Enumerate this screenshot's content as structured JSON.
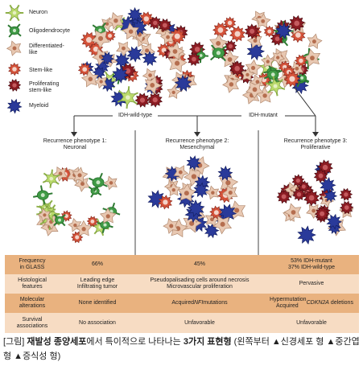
{
  "legend": [
    {
      "label": "Neuron",
      "color": "#b9d96b",
      "kind": "neuron"
    },
    {
      "label": "Oligodendrocyte",
      "color": "#3f9a45",
      "kind": "oligo"
    },
    {
      "label": "Differentiated-\nlike",
      "color": "#e8c8b2",
      "kind": "diff"
    },
    {
      "label": "Stem-like",
      "color": "#d5533a",
      "kind": "stem"
    },
    {
      "label": "Proliferating\nstem-like",
      "color": "#8c1c23",
      "kind": "prolif"
    },
    {
      "label": "Myeloid",
      "color": "#2a3a9a",
      "kind": "myeloid"
    }
  ],
  "branches": {
    "left": "IDH-wild-type",
    "right": "IDH-mutant"
  },
  "phenotypes": [
    {
      "title": "Recurrence phenotype 1:\nNeuronal"
    },
    {
      "title": "Recurrence phenotype 2:\nMesenchymal"
    },
    {
      "title": "Recurrence phenotype 3:\nProliferative"
    }
  ],
  "table": [
    {
      "label": "Frequency\nin GLASS",
      "neuronal": "66%",
      "mesenchymal": "45%",
      "proliferative": "53% IDH-mutant\n37% IDH-wild-type"
    },
    {
      "label": "Histological\nfeatures",
      "neuronal": "Leading edge\nInfiltrating tumor",
      "mesenchymal": "Pseudopalisading cells around necrosis\nMicrovascular proliferation",
      "proliferative": "Pervasive"
    },
    {
      "label": "Molecular\nalterations",
      "neuronal": "None identified",
      "mesenchymal": "Acquired NFI mutations",
      "proliferative": "Hypermutation\nAcquired CDKN2A deletions"
    },
    {
      "label": "Survival\nassociations",
      "neuronal": "No association",
      "mesenchymal": "Unfavorable",
      "proliferative": "Unfavorable"
    }
  ],
  "caption": {
    "prefix": "[그림] ",
    "bold1": "재발성 종양세포",
    "mid": "에서 특이적으로 나타나는 ",
    "bold2": "3가지 표현형",
    "suffix": " (왼쪽부터 ▲신경세포 형 ▲중간엽 형 ▲증식성 형)"
  },
  "colors": {
    "neuron": "#b9d96b",
    "oligo": "#3f9a45",
    "diff": "#e8c8b2",
    "stem": "#d5533a",
    "prolif": "#8c1c23",
    "myeloid": "#2a3a9a",
    "table_dark": "#e9b27f",
    "table_light": "#f7dcc3"
  }
}
